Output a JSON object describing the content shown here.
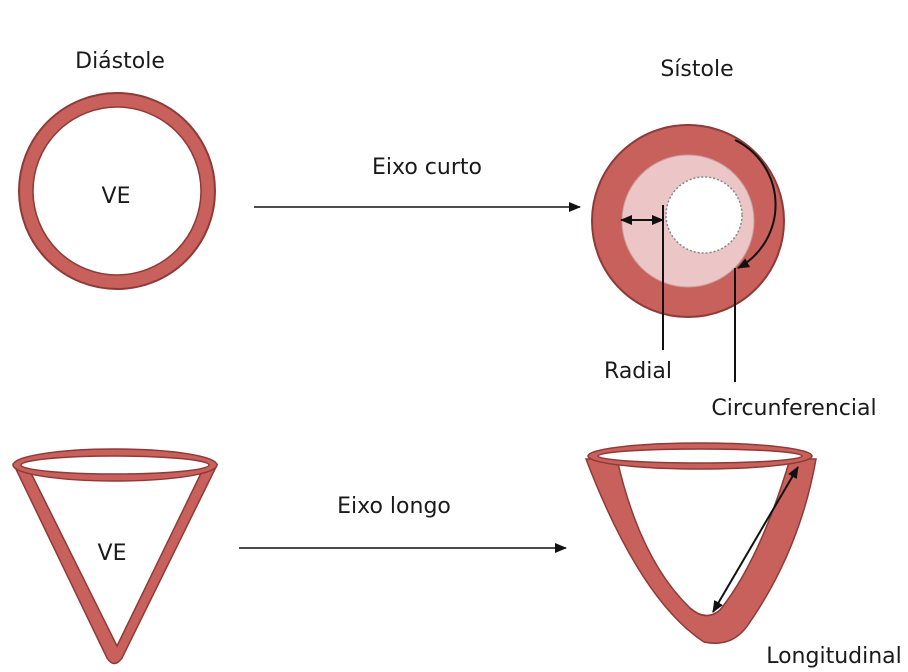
{
  "labels": {
    "diastole": "Diástole",
    "sistole": "Sístole",
    "ve_top": "VE",
    "ve_bottom": "VE",
    "eixo_curto": "Eixo curto",
    "eixo_longo": "Eixo longo",
    "radial": "Radial",
    "circunferencial": "Circunferencial",
    "longitudinal": "Longitudinal"
  },
  "colors": {
    "myocardium": "#c8605c",
    "myocardium_stroke": "#8e3a38",
    "cavity_systole": "#ecc6c6",
    "background": "#ffffff"
  }
}
